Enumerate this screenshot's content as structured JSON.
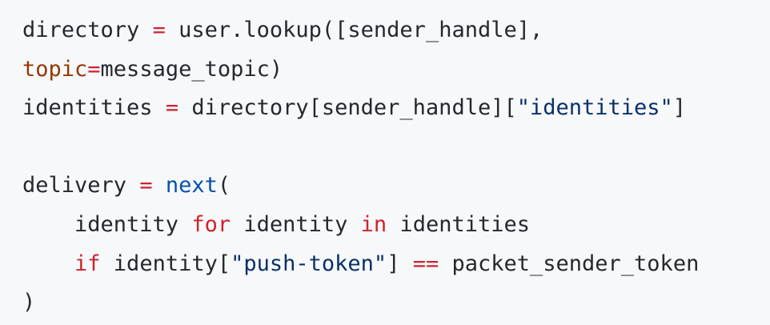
{
  "code": {
    "language": "python",
    "colors": {
      "background": "#f6f8fa",
      "plain": "#24292f",
      "keyword_operator": "#cf222e",
      "string": "#0a3069",
      "builtin": "#0550ae",
      "parameter": "#953800"
    },
    "lines": [
      [
        {
          "t": "directory ",
          "k": "plain"
        },
        {
          "t": "=",
          "k": "op"
        },
        {
          "t": " user.lookup([sender_handle],",
          "k": "plain"
        }
      ],
      [
        {
          "t": "topic",
          "k": "param"
        },
        {
          "t": "=",
          "k": "op"
        },
        {
          "t": "message_topic)",
          "k": "plain"
        }
      ],
      [
        {
          "t": "identities ",
          "k": "plain"
        },
        {
          "t": "=",
          "k": "op"
        },
        {
          "t": " directory[sender_handle][",
          "k": "plain"
        },
        {
          "t": "\"identities\"",
          "k": "str"
        },
        {
          "t": "]",
          "k": "plain"
        }
      ],
      [],
      [
        {
          "t": "delivery ",
          "k": "plain"
        },
        {
          "t": "=",
          "k": "op"
        },
        {
          "t": " ",
          "k": "plain"
        },
        {
          "t": "next",
          "k": "fn"
        },
        {
          "t": "(",
          "k": "plain"
        }
      ],
      [
        {
          "t": "    identity ",
          "k": "plain"
        },
        {
          "t": "for",
          "k": "kw"
        },
        {
          "t": " identity ",
          "k": "plain"
        },
        {
          "t": "in",
          "k": "kw"
        },
        {
          "t": " identities",
          "k": "plain"
        }
      ],
      [
        {
          "t": "    ",
          "k": "plain"
        },
        {
          "t": "if",
          "k": "kw"
        },
        {
          "t": " identity[",
          "k": "plain"
        },
        {
          "t": "\"push-token\"",
          "k": "str"
        },
        {
          "t": "] ",
          "k": "plain"
        },
        {
          "t": "==",
          "k": "op"
        },
        {
          "t": " packet_sender_token",
          "k": "plain"
        }
      ],
      [
        {
          "t": ")",
          "k": "plain"
        }
      ]
    ]
  }
}
